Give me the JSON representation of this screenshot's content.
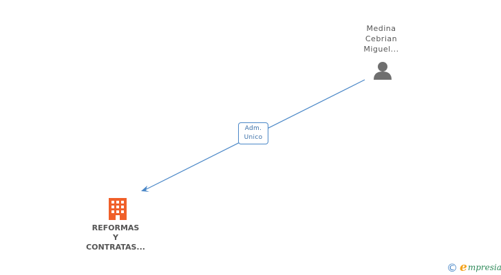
{
  "nodes": {
    "person": {
      "name_lines": [
        "Medina",
        "Cebrian",
        "Miguel..."
      ],
      "icon": "person-icon",
      "color": "#6f6f6f"
    },
    "company": {
      "name_lines": [
        "REFORMAS",
        "Y",
        "CONTRATAS..."
      ],
      "icon": "building-icon",
      "color": "#f0602a"
    }
  },
  "edge": {
    "label_lines": [
      "Adm.",
      "Unico"
    ],
    "color": "#4a87c7"
  },
  "brand": {
    "copyright": "©",
    "initial": "e",
    "name": "mpresia"
  }
}
